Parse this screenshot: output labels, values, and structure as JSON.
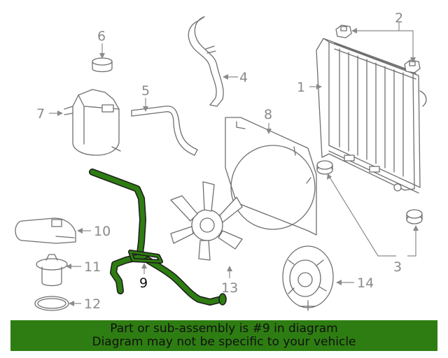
{
  "callouts": {
    "c1": "1",
    "c2": "2",
    "c3": "3",
    "c4": "4",
    "c5": "5",
    "c6": "6",
    "c7": "7",
    "c8": "8",
    "c9": "9",
    "c10": "10",
    "c11": "11",
    "c12": "12",
    "c13": "13",
    "c14": "14"
  },
  "banner": {
    "line1": "Part or sub-assembly is #9 in diagram",
    "line2": "Diagram may not be specific to your vehicle"
  },
  "colors": {
    "highlight": "#2e7d12",
    "highlight_outline": "#1a1a1a",
    "line_art": "#6f6f6f",
    "callout_text": "#8a8a8a"
  }
}
